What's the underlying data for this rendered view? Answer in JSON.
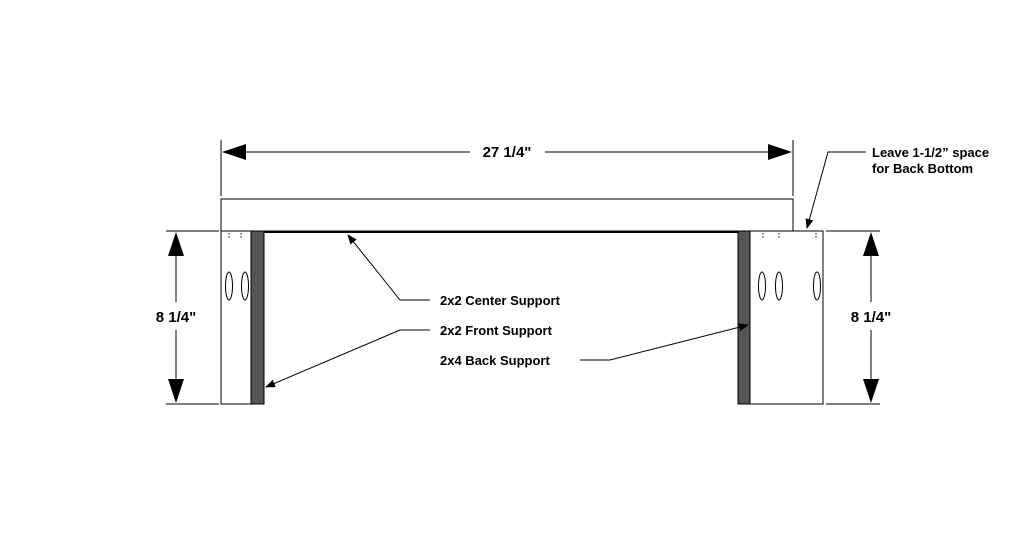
{
  "dimensions": {
    "width_label": "27 1/4\"",
    "height_left_label": "8 1/4\"",
    "height_right_label": "8 1/4\""
  },
  "callouts": {
    "center_support": "2x2 Center Support",
    "front_support": "2x2 Front Support",
    "back_support": "2x4 Back Support",
    "back_bottom_line1": "Leave 1-1/2” space",
    "back_bottom_line2": "for Back Bottom"
  },
  "colors": {
    "line": "#000000",
    "support_fill": "#555555",
    "board_fill": "#ffffff"
  }
}
